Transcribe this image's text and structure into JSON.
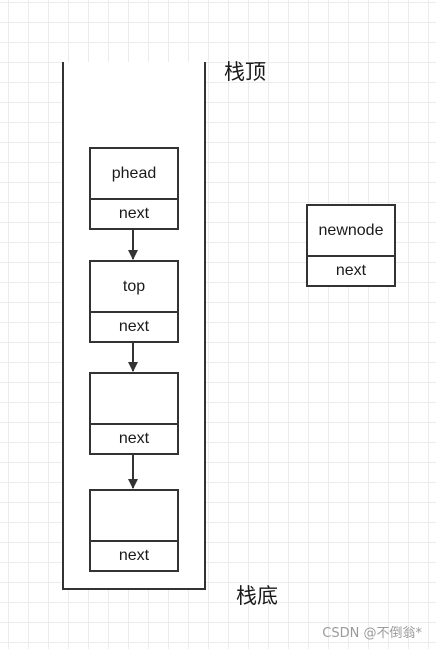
{
  "labels": {
    "stack_top": "栈顶",
    "stack_bottom": "栈底"
  },
  "stack_nodes": [
    {
      "data": "phead",
      "next": "next"
    },
    {
      "data": "top",
      "next": "next"
    },
    {
      "data": "",
      "next": "next"
    },
    {
      "data": "",
      "next": "next"
    }
  ],
  "new_node": {
    "data": "newnode",
    "next": "next"
  },
  "watermark": "CSDN @不倒翁*",
  "colors": {
    "line": "#333333",
    "grid": "#ececec",
    "text": "#1a1a1a",
    "watermark": "#9a9a9a"
  }
}
